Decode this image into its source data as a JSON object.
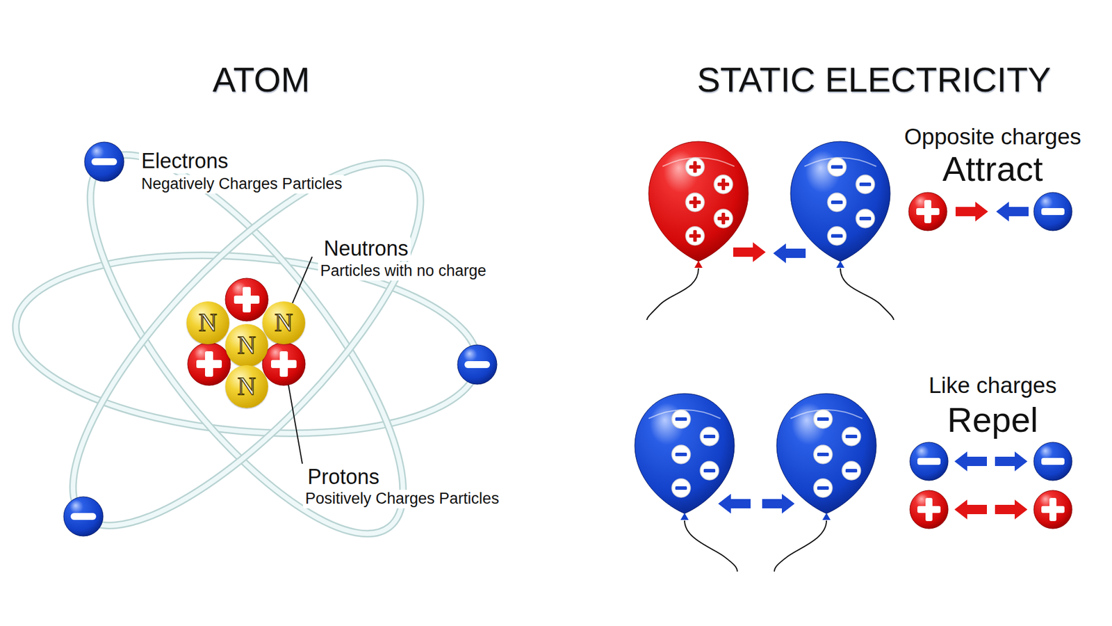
{
  "diagram": {
    "nodes": [
      {
        "text": [
          "N"
        ]
      },
      {
        "text": [
          "N"
        ]
      },
      {
        "text": [
          "N"
        ]
      },
      {
        "text": [
          "N"
        ]
      }
    ],
    "labels": [
      "ATOM",
      "STATIC ELECTRICITY",
      "Electrons",
      "Negatively Charges Particles",
      "Neutrons",
      "Particles with no charge",
      "Protons",
      "Positively Charges Particles",
      "Opposite charges",
      "Attract",
      "Like charges",
      "Repel"
    ]
  }
}
